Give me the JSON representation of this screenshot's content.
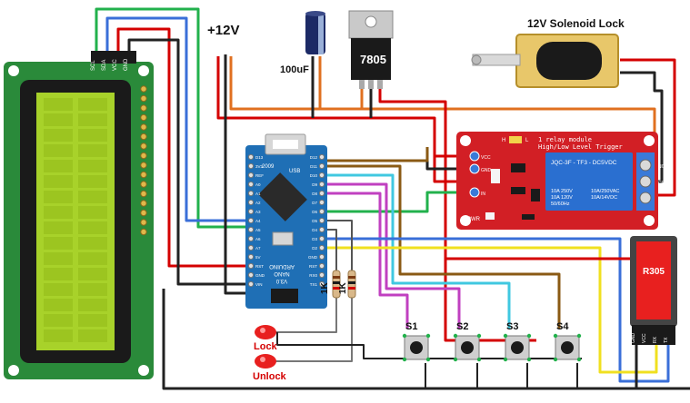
{
  "labels": {
    "supply": "+12V",
    "capacitor": "100uF",
    "regulator": "7805",
    "solenoid": "12V Solenoid Lock",
    "resistor1": "1K",
    "resistor2": "1K",
    "led_lock": "Lock",
    "led_unlock": "Unlock",
    "switches": [
      "S1",
      "S2",
      "S3",
      "S4"
    ],
    "sensor": "R305"
  },
  "lcd": {
    "pins": [
      "SCL",
      "SDA",
      "VCC",
      "GND"
    ]
  },
  "relay_module": {
    "title1": "1 relay module",
    "title2": "High/Low Level Trigger",
    "relay_model": "JQC-3F - TF3 - DC5VDC",
    "rating_left": [
      "10A 250V",
      "10A 120V",
      "50/60Hz"
    ],
    "rating_right": [
      "10A/250VAC",
      "10A/14VDC"
    ],
    "pin_labels": [
      "VCC",
      "GND",
      "IN"
    ],
    "contact_labels": [
      "NC",
      "COM",
      "NO"
    ],
    "pwr": "PWR",
    "jumper": [
      "H",
      "L"
    ]
  },
  "arduino": {
    "name": [
      "ARDUINO",
      "NANO",
      "V3.0"
    ],
    "year": "2009",
    "port": "USB",
    "left_pins": [
      "D13",
      "3V3",
      "REF",
      "A0",
      "A1",
      "A2",
      "A3",
      "A4",
      "A5",
      "A6",
      "A7",
      "5V",
      "RST",
      "GND",
      "VIN"
    ],
    "right_pins": [
      "D12",
      "D11",
      "D10",
      "D9",
      "D8",
      "D7",
      "D6",
      "D5",
      "D4",
      "D3",
      "D2",
      "GND",
      "RST",
      "RX0",
      "TX1"
    ]
  },
  "fingerprint": {
    "pins": [
      "GND",
      "VCC",
      "RX",
      "TX"
    ]
  },
  "colors": {
    "lcd_board": "#2a8a3a",
    "lcd_screen": "#a8d22a",
    "arduino": "#1f6fb5",
    "relay": "#d21f25",
    "sensor": "#e8201f",
    "wire_red": "#d40000",
    "wire_black": "#222222",
    "wire_green": "#22b14c",
    "wire_blue": "#3a6fd8",
    "wire_orange": "#e07020",
    "wire_brown": "#8a5a14",
    "wire_magenta": "#c040c0",
    "wire_cyan": "#40c8e0",
    "wire_yellow": "#f0e020"
  }
}
